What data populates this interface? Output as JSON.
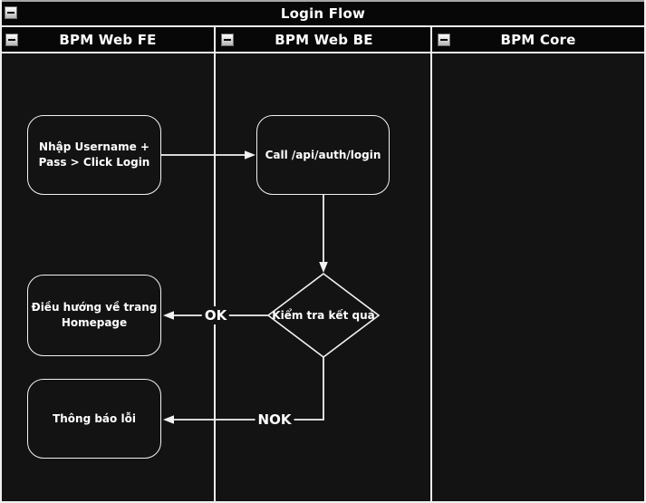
{
  "pool": {
    "title": "Login Flow",
    "lanes": [
      {
        "label": "BPM Web FE"
      },
      {
        "label": "BPM Web BE"
      },
      {
        "label": "BPM Core"
      }
    ]
  },
  "nodes": {
    "input_login": {
      "label": "Nhập Username +\nPass > Click Login",
      "shape": "rounded-rect",
      "lane": "BPM Web FE"
    },
    "call_api": {
      "label": "Call /api/auth/login",
      "shape": "rounded-rect",
      "lane": "BPM Web BE"
    },
    "check_result": {
      "label": "Kiểm tra kết quả",
      "shape": "decision-diamond",
      "lane": "BPM Web BE"
    },
    "go_homepage": {
      "label": "Điều hướng về trang\nHomepage",
      "shape": "rounded-rect",
      "lane": "BPM Web FE"
    },
    "show_error": {
      "label": "Thông báo lỗi",
      "shape": "rounded-rect",
      "lane": "BPM Web FE"
    }
  },
  "edges": {
    "ok_label": "OK",
    "nok_label": "NOK"
  },
  "icons": {
    "collapse": "minus-in-square"
  },
  "colors": {
    "canvas_bg": "#131313",
    "band_bg": "#070707",
    "line": "#f2f2f2",
    "frame_top": "#a6a6a6",
    "text": "#ffffff"
  }
}
